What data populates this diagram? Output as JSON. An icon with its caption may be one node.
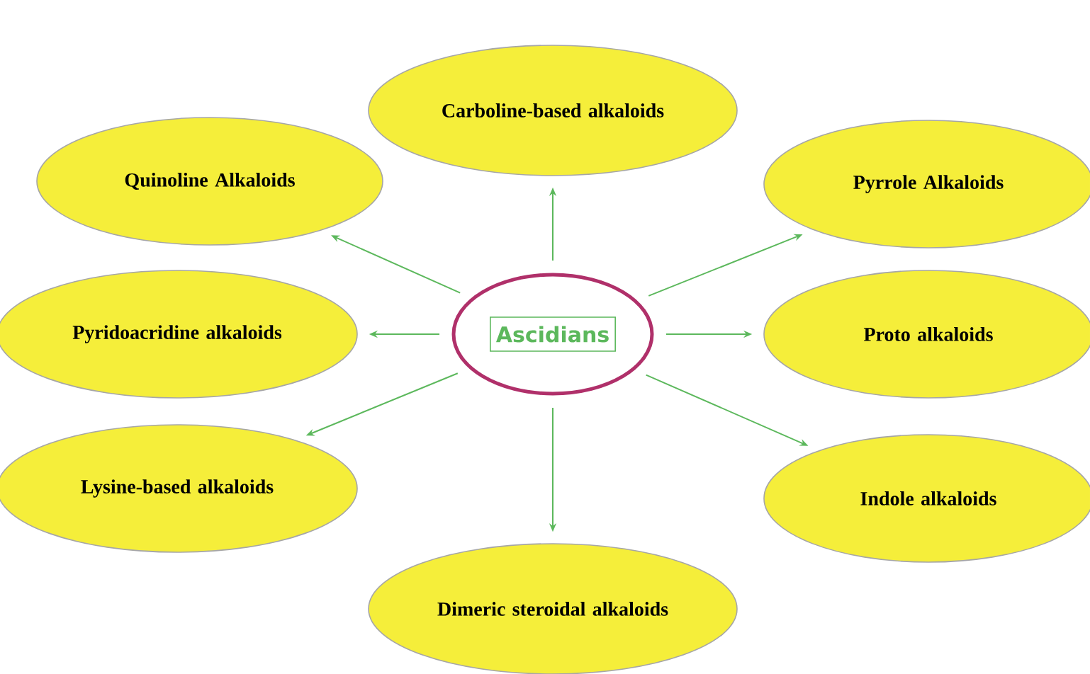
{
  "diagram": {
    "nodes": [
      {
        "text": [
          "Ascidians"
        ]
      },
      {
        "text": [
          "Carboline-based alkaloids"
        ]
      },
      {
        "text": [
          "Quinoline Alkaloids"
        ]
      },
      {
        "text": [
          "Pyrrole Alkaloids"
        ]
      },
      {
        "text": [
          "Pyridoacridine alkaloids"
        ]
      },
      {
        "text": [
          "Proto alkaloids"
        ]
      },
      {
        "text": [
          "Lysine-based alkaloids"
        ]
      },
      {
        "text": [
          "Indole alkaloids"
        ]
      },
      {
        "text": [
          "Dimeric steroidal alkaloids"
        ]
      }
    ],
    "edges": [
      {
        "from": 0,
        "to": 1,
        "arrow": "to"
      },
      {
        "from": 0,
        "to": 2,
        "arrow": "to"
      },
      {
        "from": 0,
        "to": 3,
        "arrow": "to"
      },
      {
        "from": 0,
        "to": 4,
        "arrow": "to"
      },
      {
        "from": 0,
        "to": 5,
        "arrow": "to"
      },
      {
        "from": 0,
        "to": 6,
        "arrow": "to"
      },
      {
        "from": 0,
        "to": 7,
        "arrow": "to"
      },
      {
        "from": 0,
        "to": 8,
        "arrow": "to"
      }
    ]
  }
}
